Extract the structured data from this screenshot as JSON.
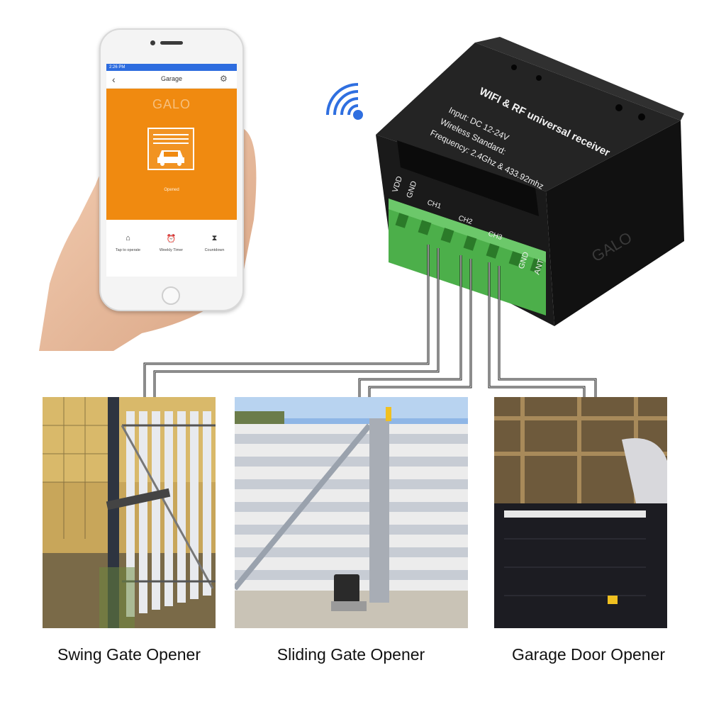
{
  "phone": {
    "status_time": "2:26 PM",
    "app_title": "Garage",
    "brand_watermark": "GALO",
    "door_status": "Opened",
    "actions": [
      {
        "label": "Tap to operate",
        "icon": "home-icon"
      },
      {
        "label": "Weekly Timer",
        "icon": "alarm-clock-icon"
      },
      {
        "label": "Countdown",
        "icon": "hourglass-icon"
      }
    ]
  },
  "receiver": {
    "title": "WIFI & RF universal receiver",
    "spec_lines": [
      "Input: DC 12-24V",
      "Wireless Standard:",
      "Frequency: 2.4Ghz & 433.92mhz"
    ],
    "terminals": [
      "VDD",
      "GND",
      "CH1",
      "CH2",
      "CH3",
      "GND",
      "ANT"
    ],
    "watermark": "GALO"
  },
  "photos": [
    {
      "caption": "Swing Gate Opener"
    },
    {
      "caption": "Sliding Gate Opener"
    },
    {
      "caption": "Garage Door Opener"
    }
  ],
  "colors": {
    "app_orange": "#f08a10",
    "status_blue": "#2d6cdf",
    "terminal_green": "#4caf4a",
    "receiver_body": "#1c1c1c",
    "wifi_blue": "#2f6fe0"
  }
}
